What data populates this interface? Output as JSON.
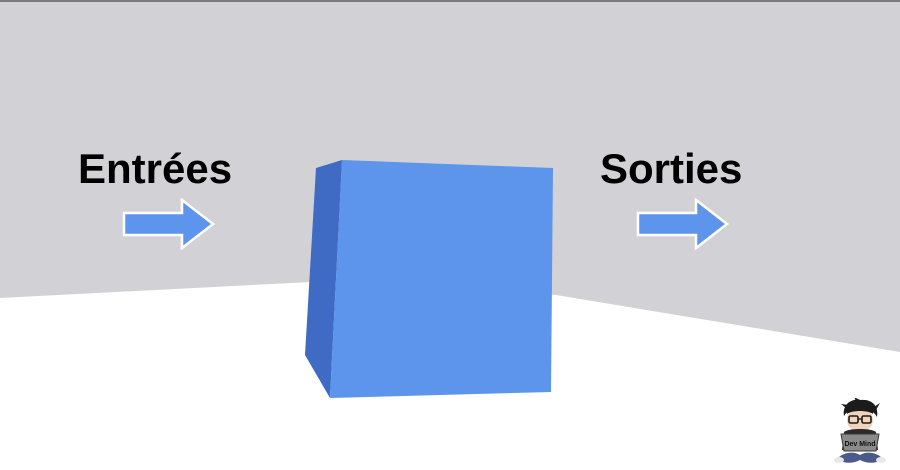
{
  "diagram": {
    "inputs_label": "Entrées",
    "outputs_label": "Sorties",
    "box": {
      "front_color": "#5d95ec",
      "side_color": "#3f6bc4"
    },
    "arrow_color": "#5d95ec",
    "background": {
      "wall_color": "#d2d2d6",
      "floor_color": "#ffffff"
    }
  },
  "logo": {
    "icon": "dev-mind-mascot-icon",
    "text": "Dev Mind"
  }
}
